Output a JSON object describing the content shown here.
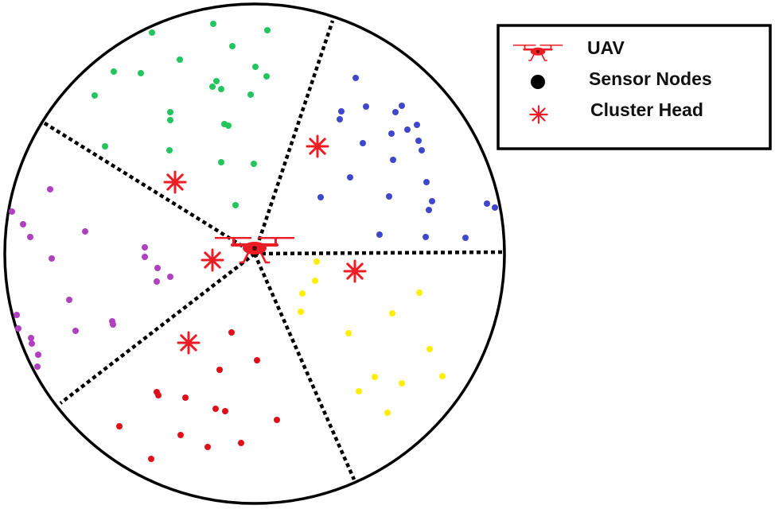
{
  "legend": {
    "uav_label": "UAV",
    "sensor_label": "Sensor Nodes",
    "cluster_head_label": "Cluster Head",
    "uav_icon": "drone-icon",
    "sensor_icon": "black-dot-icon",
    "cluster_head_icon": "red-asterisk-icon"
  },
  "colors": {
    "outline": "#000000",
    "uav": "#ee1c24",
    "cluster_head": "#ee1c24",
    "green_nodes": "#22c55e",
    "blue_nodes": "#3f48cc",
    "magenta_nodes": "#b040c0",
    "red_nodes": "#e0101a",
    "yellow_nodes": "#ffee00"
  }
}
